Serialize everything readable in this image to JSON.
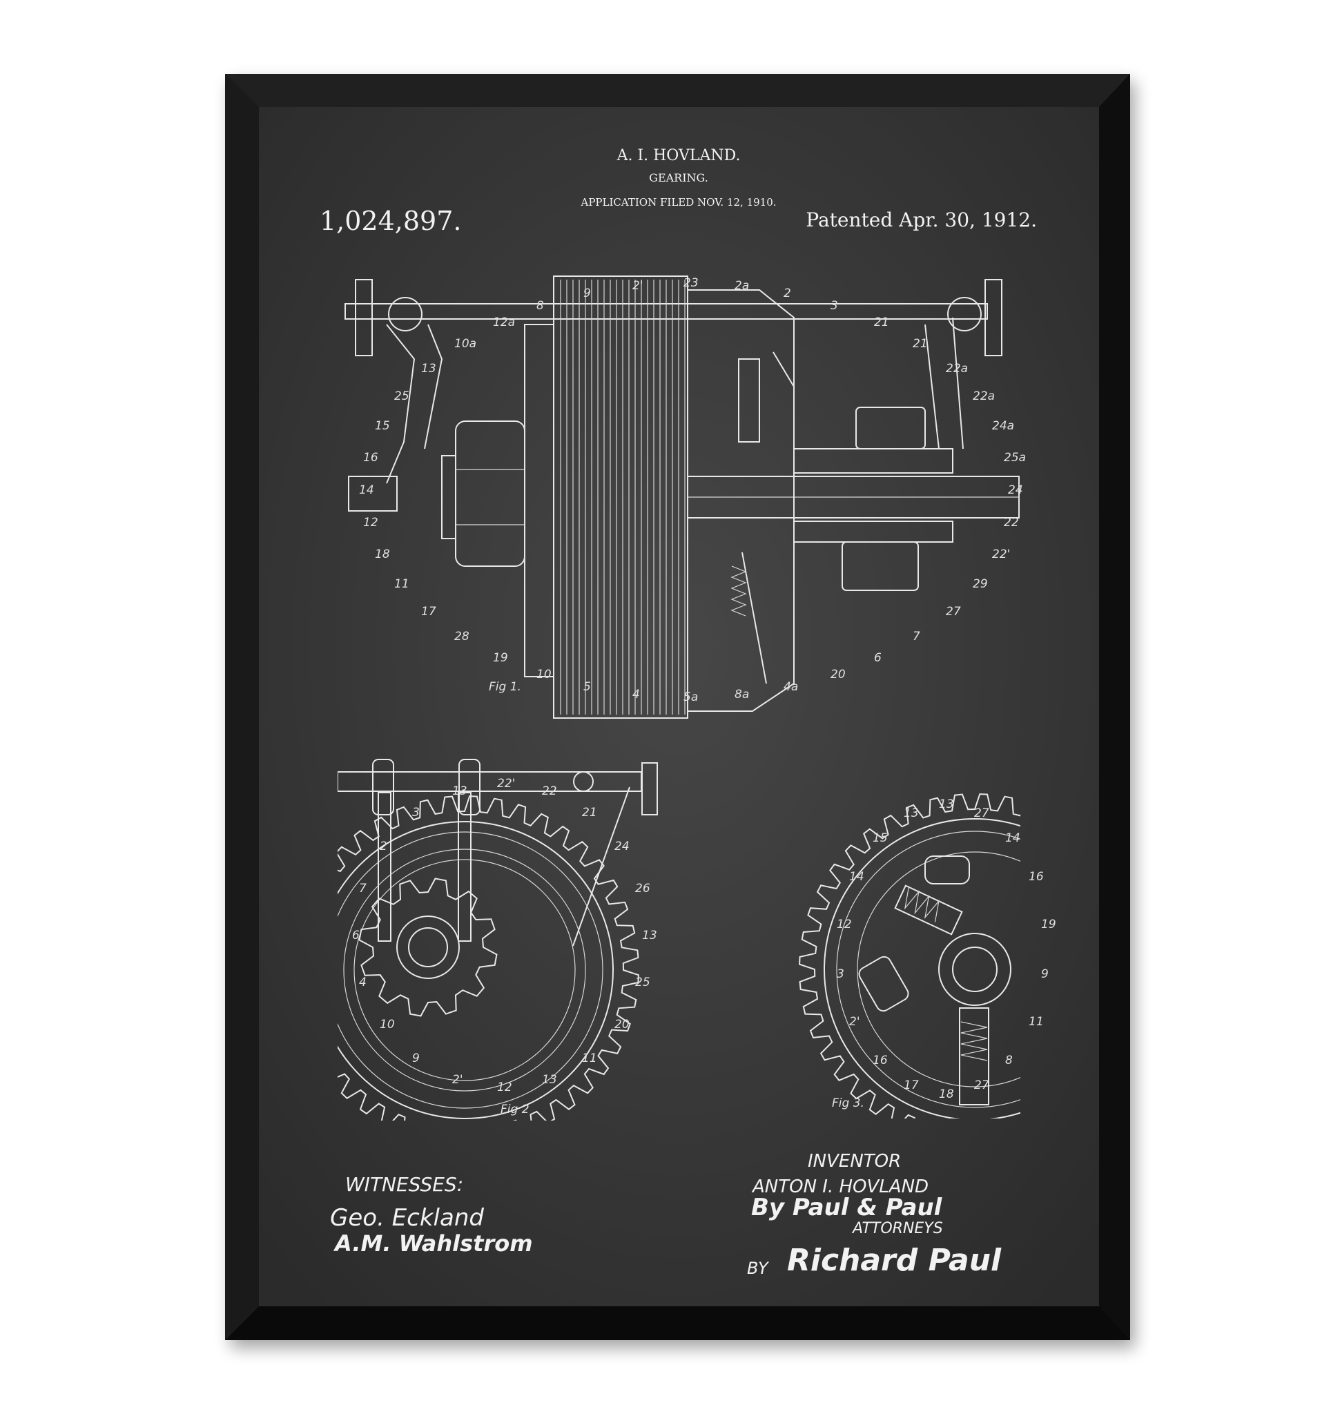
{
  "patent": {
    "inventor_header": "A. I. HOVLAND.",
    "title": "GEARING.",
    "application": "APPLICATION FILED NOV. 12, 1910.",
    "number": "1,024,897.",
    "patented": "Patented Apr. 30, 1912."
  },
  "figures": {
    "fig1": "Fig 1.",
    "fig2": "Fig 2",
    "fig3": "Fig 3."
  },
  "part_labels": {
    "fig1": [
      "23",
      "2a",
      "2",
      "3",
      "21",
      "21",
      "22a",
      "22a",
      "24a",
      "25a",
      "24",
      "22",
      "22'",
      "29",
      "27",
      "7",
      "6",
      "20",
      "4a",
      "8a",
      "5a",
      "4",
      "5",
      "10",
      "19",
      "28",
      "17",
      "11",
      "18",
      "12",
      "14",
      "16",
      "15",
      "25",
      "13",
      "10a",
      "12a",
      "8",
      "9",
      "2'"
    ],
    "fig2": [
      "22'",
      "22",
      "21",
      "24",
      "26",
      "13",
      "25",
      "20",
      "11",
      "13",
      "12",
      "2'",
      "9",
      "10",
      "4",
      "6",
      "7",
      "2",
      "3",
      "13"
    ],
    "fig3": [
      "13",
      "27",
      "14",
      "16",
      "19",
      "9",
      "11",
      "8",
      "27",
      "18",
      "17",
      "16",
      "2'",
      "3",
      "12",
      "14",
      "15",
      "13"
    ]
  },
  "signatures": {
    "witnesses_label": "WITNESSES:",
    "witness_1": "Geo. Eckland",
    "witness_2": "A.M. Wahlstrom",
    "inventor_label": "INVENTOR",
    "inventor_name": "ANTON I. HOVLAND",
    "by_attorneys": "By Paul & Paul",
    "attorneys_label": "ATTORNEYS",
    "by_label": "BY",
    "attorney_signature": "Richard Paul"
  },
  "colors": {
    "frame": "#141414",
    "chalkboard": "#3a3a3a",
    "chalk": "#efefef"
  }
}
